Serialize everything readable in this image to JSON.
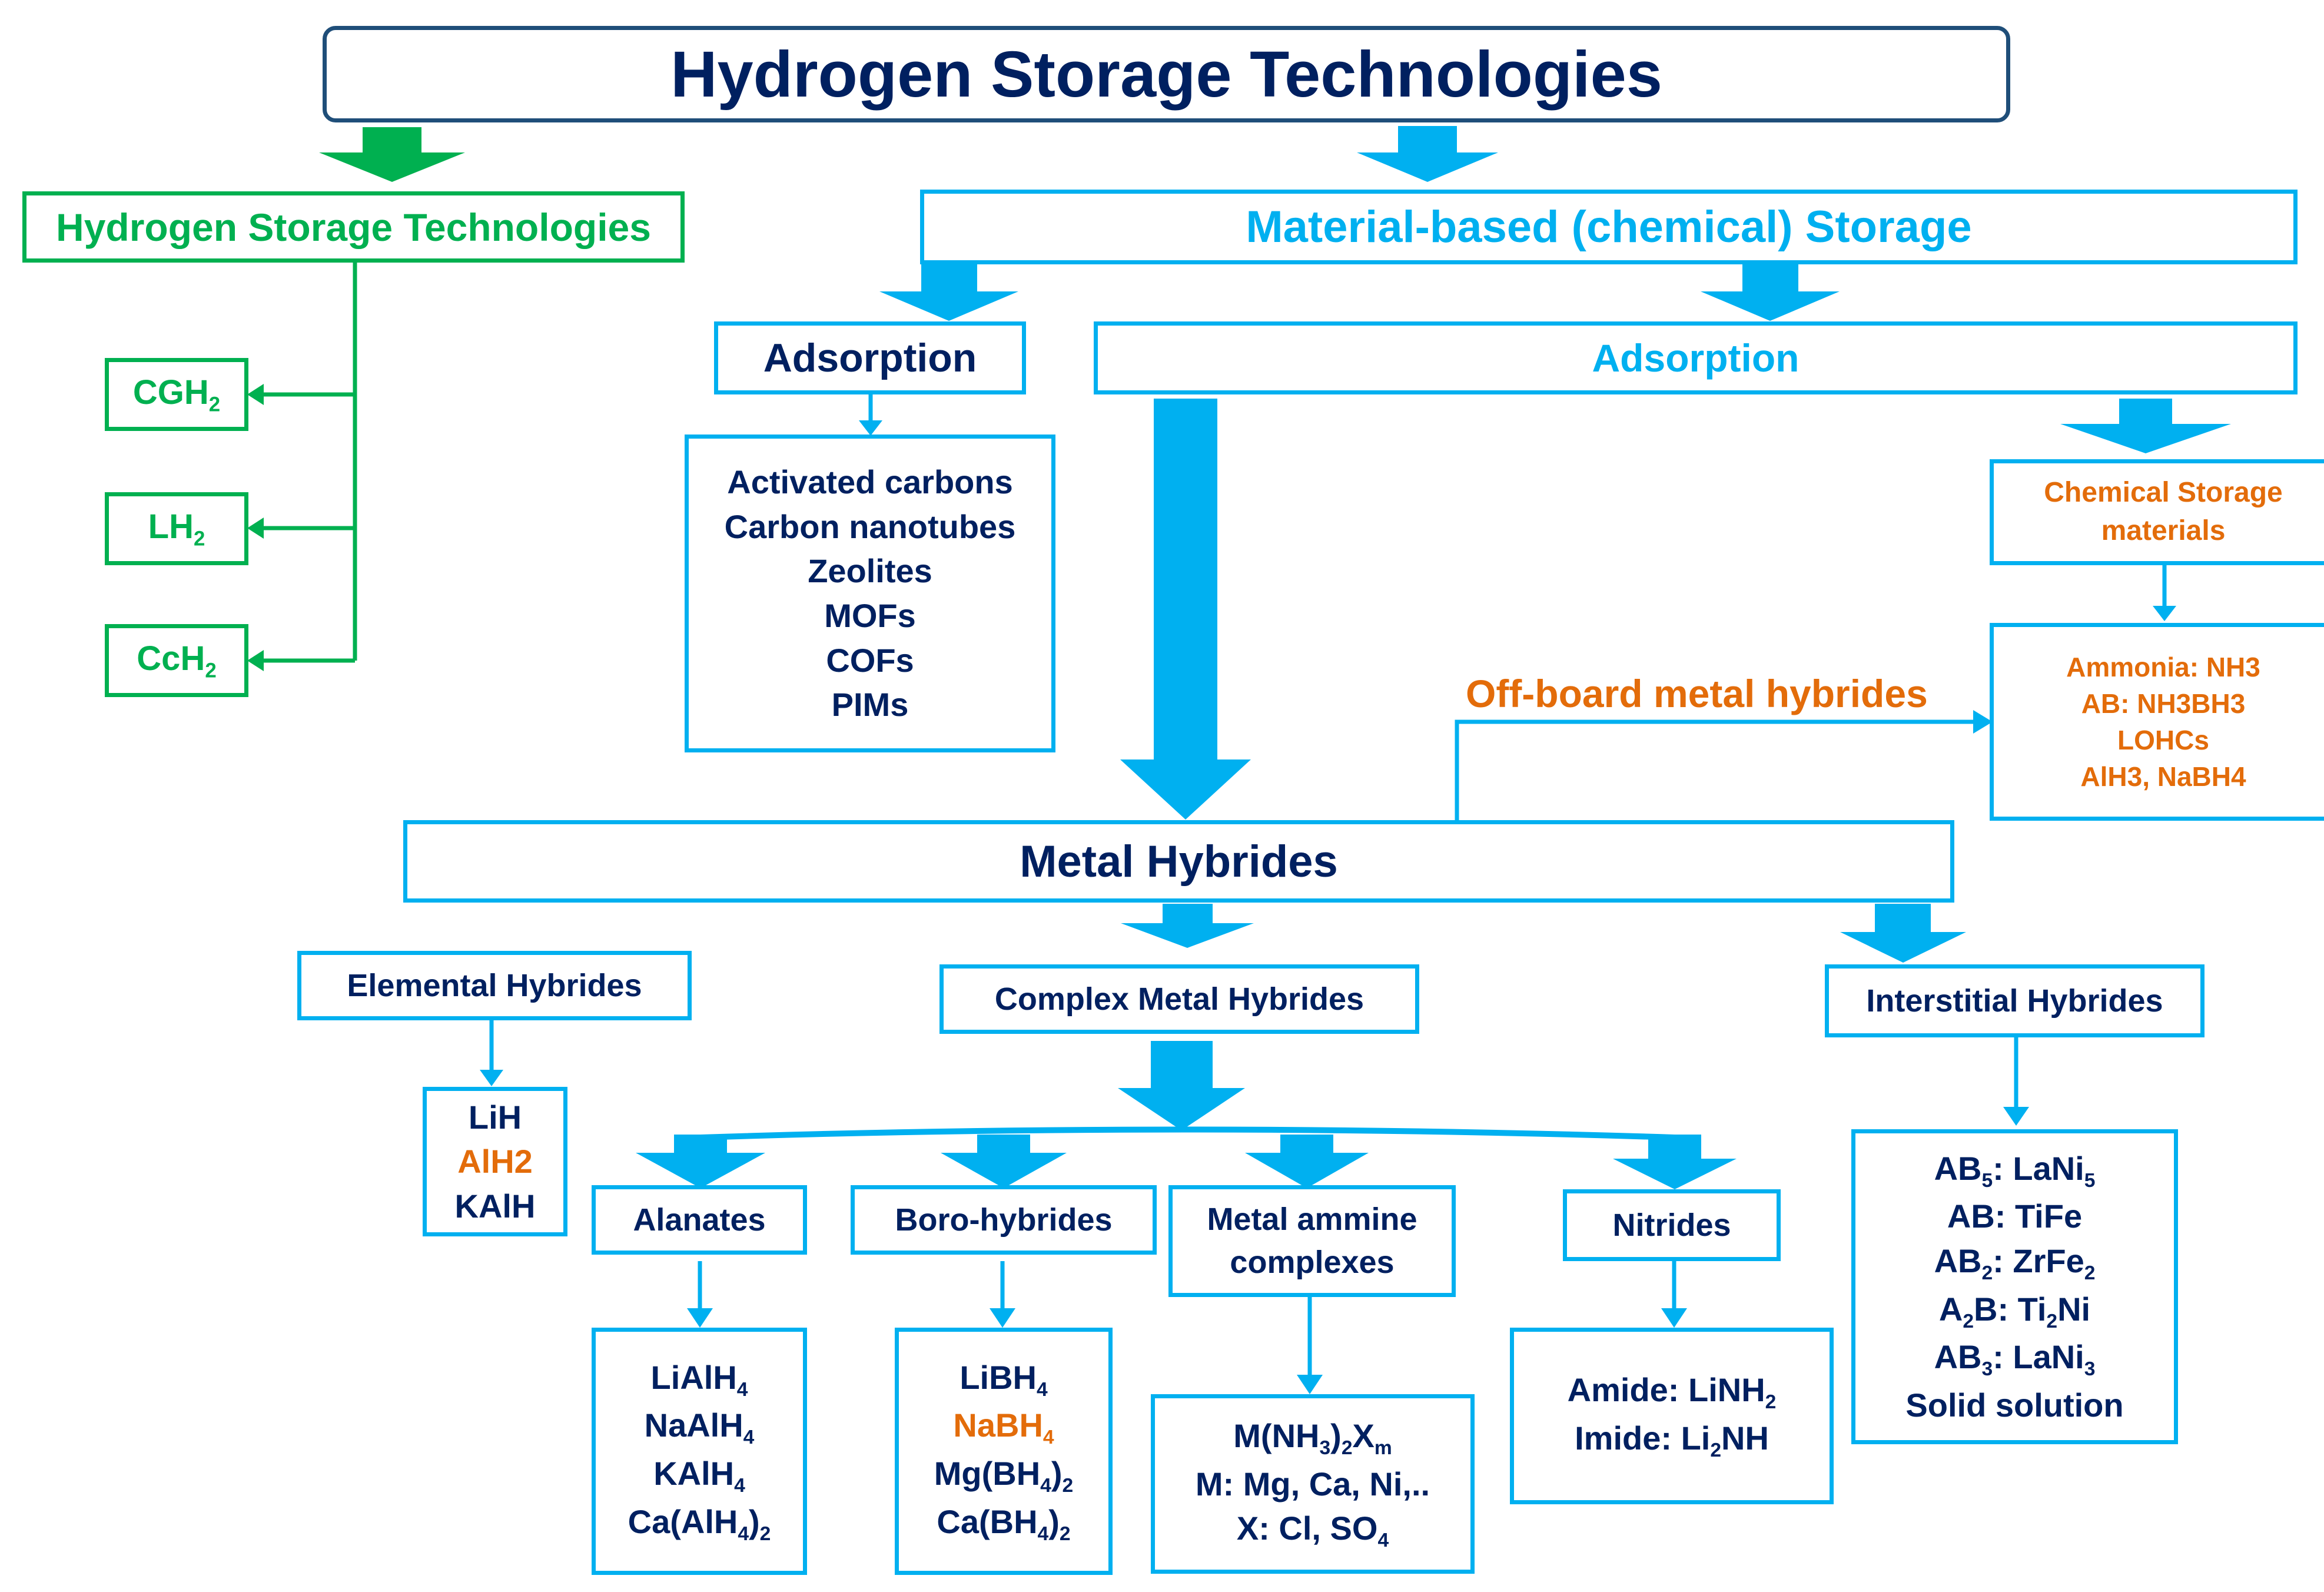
{
  "title": "Hydrogen Storage Technologies",
  "physical": {
    "header": "Hydrogen Storage Technologies",
    "items": [
      "CGH",
      "LH",
      "CcH"
    ],
    "sub": "2"
  },
  "material": {
    "header": "Material-based (chemical) Storage",
    "adsorption_left": "Adsorption",
    "adsorption_right": "Adsorption",
    "adsorbents": [
      "Activated carbons",
      "Carbon nanotubes",
      "Zeolites",
      "MOFs",
      "COFs",
      "PIMs"
    ],
    "chemical_storage": [
      "Chemical Storage",
      "materials"
    ],
    "chemical_items": [
      "Ammonia: NH3",
      "AB: NH3BH3",
      "LOHCs",
      "AlH3, NaBH4"
    ],
    "offboard_label": "Off-board metal hybrides"
  },
  "metal_hybrides": {
    "header": "Metal Hybrides",
    "elemental": {
      "label": "Elemental Hybrides",
      "items": [
        "LiH",
        "AlH2",
        "KAlH"
      ]
    },
    "complex": {
      "label": "Complex Metal Hybrides",
      "alanates": {
        "label": "Alanates",
        "items": [
          [
            "LiAlH",
            "4",
            ""
          ],
          [
            "NaAlH",
            "4",
            ""
          ],
          [
            "KAlH",
            "4",
            ""
          ],
          [
            "Ca(AlH",
            "4",
            ")"
          ],
          [
            "2"
          ]
        ]
      },
      "borohydrides": {
        "label": "Boro-hybrides",
        "items": [
          [
            "LiBH",
            "4",
            ""
          ],
          [
            "NaBH",
            "4",
            ""
          ],
          [
            "Mg(BH",
            "4",
            ")"
          ],
          [
            "Ca(BH",
            "4",
            ")"
          ],
          [
            "2"
          ]
        ]
      },
      "ammine": {
        "label_1": "Metal ammine",
        "label_2": "complexes",
        "items": [
          "M(NH",
          "3",
          ")",
          "2",
          "X",
          "m",
          "M: Mg, Ca, Ni,..",
          "X: Cl, SO",
          "4"
        ]
      },
      "nitrides": {
        "label": "Nitrides",
        "items": [
          "Amide: LiNH",
          "2",
          "Imide: Li",
          "2",
          "NH"
        ]
      }
    },
    "interstitial": {
      "label": "Interstitial Hybrides",
      "items": [
        "AB",
        "5",
        ": LaNi",
        "5",
        "AB: TiFe",
        "AB",
        "2",
        ": ZrFe",
        "2",
        "A",
        "2",
        "B: Ti",
        "2",
        "Ni",
        "AB",
        "3",
        ": LaNi",
        "3",
        "Solid solution"
      ]
    }
  },
  "colors": {
    "blue": "#00b0f0",
    "green": "#00b050",
    "navy": "#002060",
    "orange": "#e36c0a",
    "title_border": "#1f4e79"
  }
}
